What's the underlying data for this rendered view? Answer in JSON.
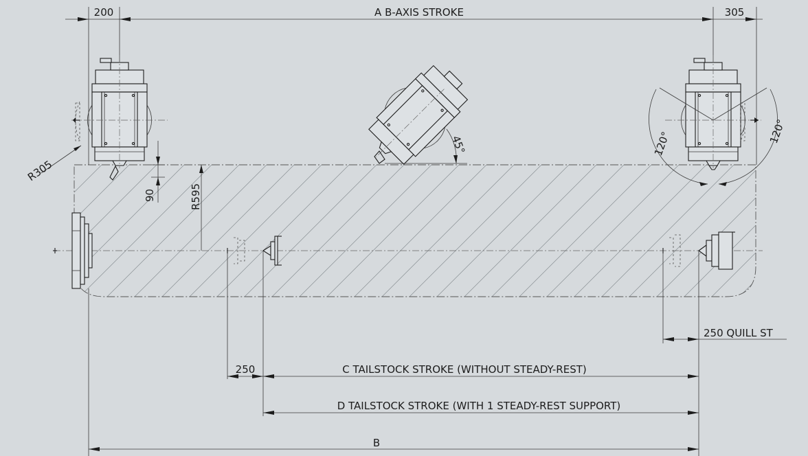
{
  "drawing": {
    "labels": {
      "top_left_offset": "200",
      "a_stroke": "A   B-AXIS STROKE",
      "top_right_offset": "305",
      "angle_45": "45°",
      "angle_left_120": "120°",
      "angle_right_120": "120°",
      "r305": "R305",
      "d90": "90",
      "r595": "R595",
      "quill": "250  QUILL ST",
      "d250": "250",
      "c_stroke": "C   TAILSTOCK STROKE (WITHOUT STEADY-REST)",
      "d_stroke": "D   TAILSTOCK STROKE (WITH 1 STEADY-REST SUPPORT)",
      "b_label": "B"
    }
  }
}
